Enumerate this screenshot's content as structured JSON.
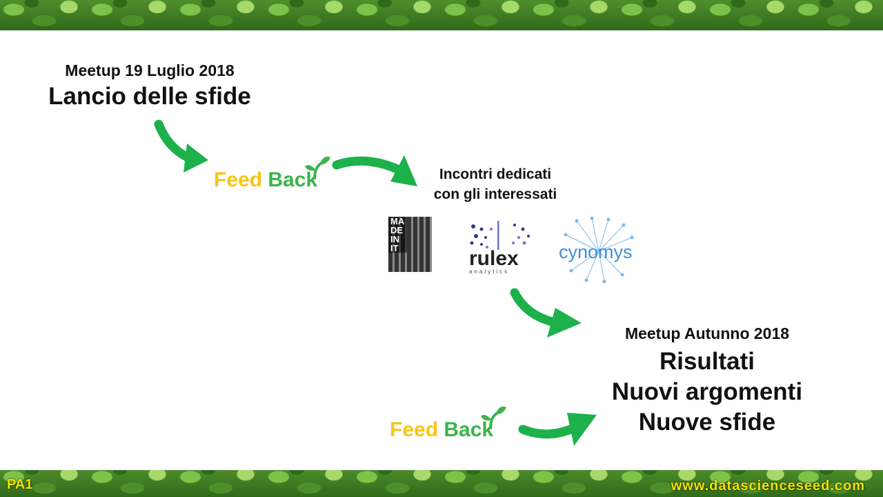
{
  "meetup_launch": {
    "date": "Meetup 19 Luglio 2018",
    "title": "Lancio delle sfide"
  },
  "feedback": {
    "feed": "Feed",
    "back": "Back"
  },
  "meetings": {
    "line1": "Incontri dedicati",
    "line2": "con gli interessati"
  },
  "partners": {
    "madeinit": [
      "MA",
      "DE",
      "IN",
      "IT"
    ],
    "rulex": "rulex",
    "rulex_sub": "analytics",
    "cynomys": "cynomys"
  },
  "meetup_autumn": {
    "date": "Meetup Autunno 2018",
    "items": [
      "Risultati",
      "Nuovi argomenti",
      "Nuove sfide"
    ]
  },
  "footer": {
    "code": "PA1",
    "url": "www.datascienceseed.com"
  },
  "colors": {
    "arrow": "#1db14b",
    "feed": "#f7c516",
    "back": "#3bb44a",
    "footer_text": "#f2e400"
  }
}
